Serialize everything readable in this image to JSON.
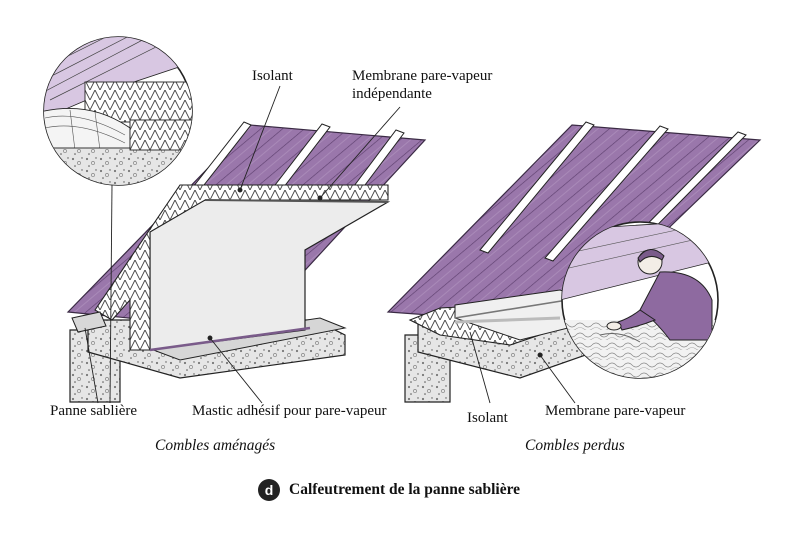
{
  "labels": {
    "isolant_top": "Isolant",
    "membrane_top_1": "Membrane pare-vapeur",
    "membrane_top_2": "indépendante",
    "panne": "Panne sablière",
    "mastic": "Mastic adhésif pour pare-vapeur",
    "isolant_right": "Isolant",
    "membrane_right": "Membrane pare-vapeur"
  },
  "captions": {
    "left": "Combles aménagés",
    "right": "Combles perdus"
  },
  "figure": {
    "badge": "d",
    "title": "Calfeutrement de la panne sablière"
  },
  "colors": {
    "roof": "#8e6aa0",
    "roof_dark": "#5d3f6e",
    "wall": "#eeeeee",
    "line": "#222222"
  }
}
